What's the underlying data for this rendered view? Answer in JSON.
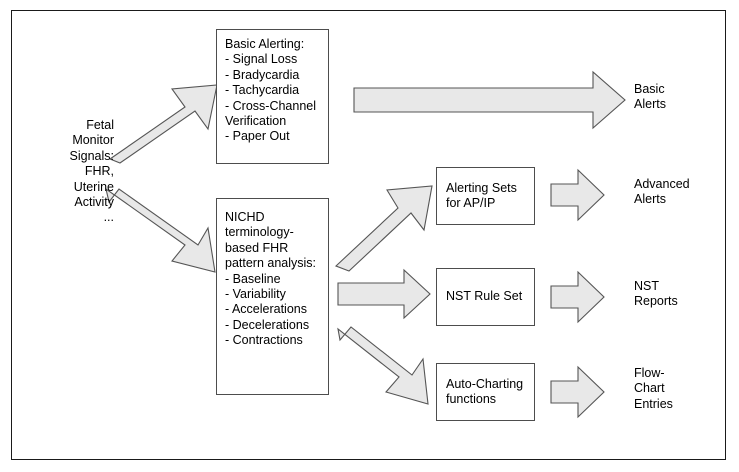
{
  "diagram": {
    "title": "Fetal Monitor Signal Processing Flow",
    "colors": {
      "frame_border": "#1a1a1a",
      "box_border": "#4d4d4d",
      "arrow_fill": "#e6e6e6",
      "arrow_stroke": "#555555",
      "text": "#000000",
      "background": "#ffffff"
    },
    "source": {
      "label": "Fetal\nMonitor\nSignals:\nFHR,\nUterine\nActivity\n..."
    },
    "process_boxes": [
      {
        "id": "basic-alerting",
        "label": "Basic Alerting:\n- Signal Loss\n- Bradycardia\n- Tachycardia\n- Cross-Channel\nVerification\n- Paper Out"
      },
      {
        "id": "nichd-analysis",
        "label": " NICHD\nterminology-\nbased FHR\npattern analysis:\n- Baseline\n- Variability\n- Accelerations\n- Decelerations\n- Contractions"
      },
      {
        "id": "alerting-sets",
        "label": "Alerting Sets\nfor AP/IP"
      },
      {
        "id": "nst-rule-set",
        "label": "NST Rule Set"
      },
      {
        "id": "auto-charting",
        "label": "Auto-Charting\nfunctions"
      }
    ],
    "outputs": [
      {
        "id": "basic-alerts",
        "label": "Basic\nAlerts"
      },
      {
        "id": "advanced-alerts",
        "label": "Advanced\nAlerts"
      },
      {
        "id": "nst-reports",
        "label": "NST\nReports"
      },
      {
        "id": "flow-chart-entries",
        "label": "Flow-\nChart\nEntries"
      }
    ],
    "arrows": [
      {
        "id": "arrow-signals-to-basic-alerting",
        "direction": "up-right"
      },
      {
        "id": "arrow-signals-to-nichd",
        "direction": "down-right"
      },
      {
        "id": "arrow-basic-alerting-to-basic-alerts",
        "direction": "right"
      },
      {
        "id": "arrow-nichd-to-alerting-sets",
        "direction": "up-right"
      },
      {
        "id": "arrow-nichd-to-nst-rule-set",
        "direction": "right"
      },
      {
        "id": "arrow-nichd-to-auto-charting",
        "direction": "down-right"
      },
      {
        "id": "arrow-alerting-sets-to-advanced-alerts",
        "direction": "right"
      },
      {
        "id": "arrow-nst-rule-set-to-nst-reports",
        "direction": "right"
      },
      {
        "id": "arrow-auto-charting-to-flow-chart-entries",
        "direction": "right"
      }
    ]
  }
}
